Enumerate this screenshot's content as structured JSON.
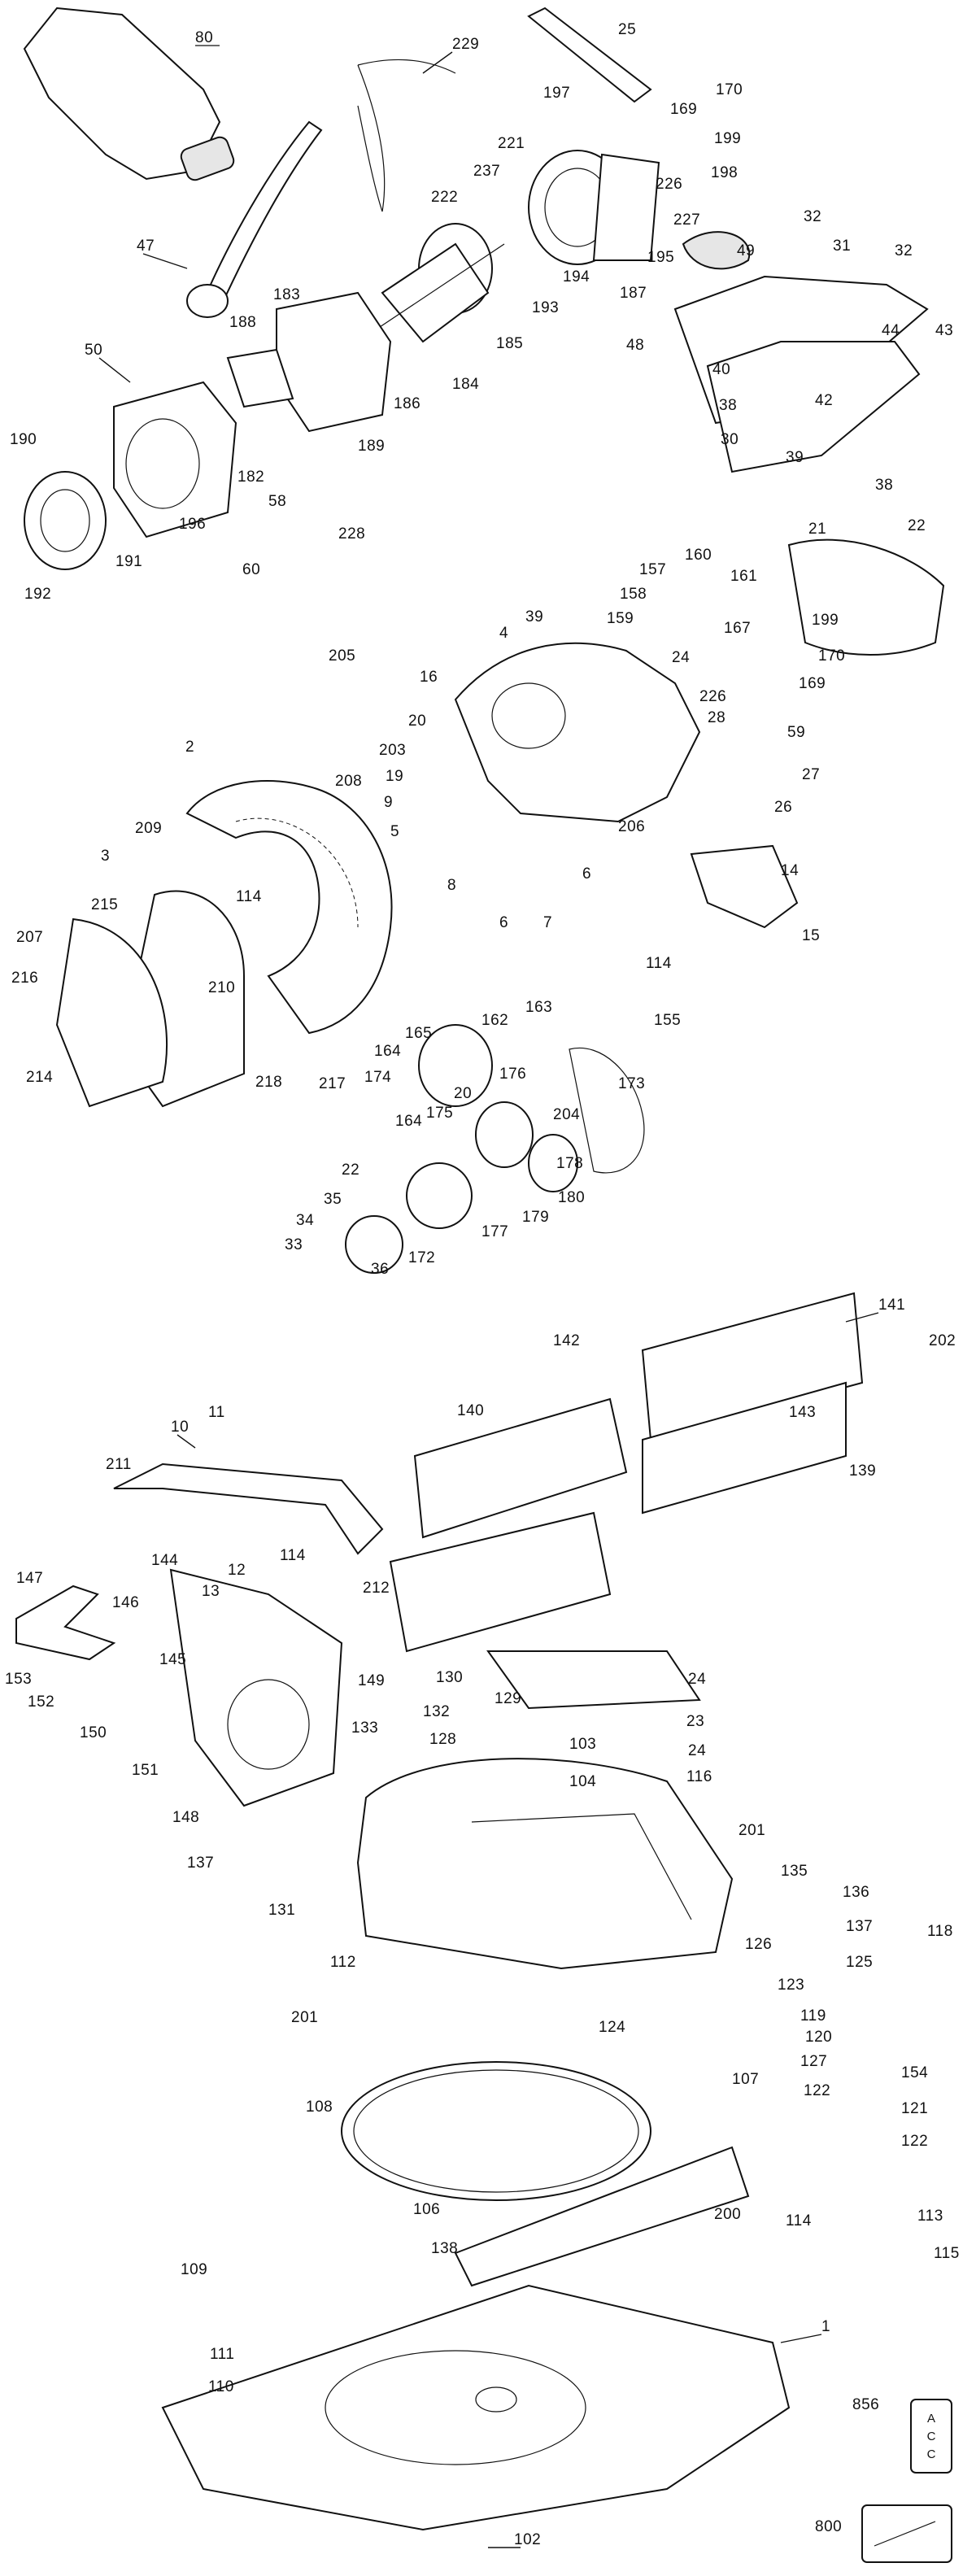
{
  "labels": {
    "p80": "80",
    "p229": "229",
    "p25": "25",
    "p197": "197",
    "p221": "221",
    "p237": "237",
    "p222": "222",
    "p170a": "170",
    "p169a": "169",
    "p199a": "199",
    "p198": "198",
    "p226a": "226",
    "p227": "227",
    "p195": "195",
    "p187": "187",
    "p194": "194",
    "p193": "193",
    "p185": "185",
    "p186": "186",
    "p184": "184",
    "p183": "183",
    "p188": "188",
    "p47": "47",
    "p50": "50",
    "p190": "190",
    "p182": "182",
    "p189": "189",
    "p58": "58",
    "p228": "228",
    "p196": "196",
    "p191": "191",
    "p192": "192",
    "p60": "60",
    "p32a": "32",
    "p31": "31",
    "p32b": "32",
    "p49": "49",
    "p48": "48",
    "p40": "40",
    "p43": "43",
    "p44": "44",
    "p38a": "38",
    "p42": "42",
    "p30": "30",
    "p39a": "39",
    "p38b": "38",
    "p21": "21",
    "p22a": "22",
    "p157": "157",
    "p160": "160",
    "p161": "161",
    "p158": "158",
    "p159": "159",
    "p39b": "39",
    "p4": "4",
    "p167": "167",
    "p199b": "199",
    "p170b": "170",
    "p169b": "169",
    "p205": "205",
    "p16": "16",
    "p24a": "24",
    "p226b": "226",
    "p28": "28",
    "p20a": "20",
    "p59": "59",
    "p203": "203",
    "p27": "27",
    "p2": "2",
    "p19": "19",
    "p208": "208",
    "p26": "26",
    "p9": "9",
    "p206": "206",
    "p209": "209",
    "p5": "5",
    "p3": "3",
    "p8": "8",
    "p6a": "6",
    "p114a": "114",
    "p14": "14",
    "p215": "215",
    "p6b": "6",
    "p7": "7",
    "p207": "207",
    "p15": "15",
    "p210": "210",
    "p216": "216",
    "p114b": "114",
    "p155": "155",
    "p163": "163",
    "p165": "165",
    "p162": "162",
    "p214": "214",
    "p164a": "164",
    "p218": "218",
    "p217": "217",
    "p174": "174",
    "p20b": "20",
    "p176": "176",
    "p173": "173",
    "p204": "204",
    "p164b": "164",
    "p175": "175",
    "p22b": "22",
    "p178": "178",
    "p180": "180",
    "p35": "35",
    "p179": "179",
    "p34": "34",
    "p177": "177",
    "p172": "172",
    "p33": "33",
    "p36": "36",
    "p141": "141",
    "p142": "142",
    "p202": "202",
    "p140": "140",
    "p143": "143",
    "p11": "11",
    "p10": "10",
    "p139": "139",
    "p211": "211",
    "p114c": "114",
    "p12": "12",
    "p144": "144",
    "p212": "212",
    "p147": "147",
    "p13": "13",
    "p146": "146",
    "p145": "145",
    "p149": "149",
    "p153": "153",
    "p152": "152",
    "p24b": "24",
    "p130": "130",
    "p129": "129",
    "p23": "23",
    "p150": "150",
    "p132": "132",
    "p133": "133",
    "p103": "103",
    "p128": "128",
    "p24c": "24",
    "p151": "151",
    "p104": "104",
    "p116": "116",
    "p148": "148",
    "p137a": "137",
    "p201a": "201",
    "p135": "135",
    "p136": "136",
    "p131": "131",
    "p137b": "137",
    "p118": "118",
    "p126": "126",
    "p125": "125",
    "p112": "112",
    "p123": "123",
    "p119": "119",
    "p201b": "201",
    "p120": "120",
    "p124": "124",
    "p127": "127",
    "p154": "154",
    "p107": "107",
    "p122a": "122",
    "p121": "121",
    "p108": "108",
    "p122b": "122",
    "p106": "106",
    "p200": "200",
    "p114d": "114",
    "p113": "113",
    "p115": "115",
    "p138": "138",
    "p109": "109",
    "p1": "1",
    "p111": "111",
    "p856": "856",
    "p110": "110",
    "p800": "800",
    "p102": "102"
  },
  "tags": {
    "switch_tag_letters": "A C C"
  }
}
